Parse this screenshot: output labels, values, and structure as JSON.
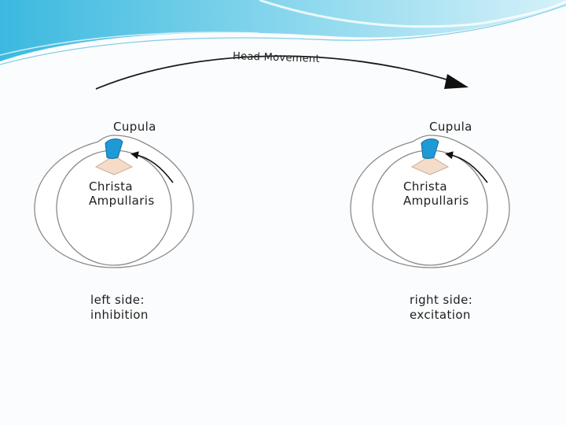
{
  "diagram": {
    "title": "Head Movement",
    "left": {
      "cupula": "Cupula",
      "crista_line1": "Christa",
      "crista_line2": "Ampullaris",
      "caption_line1": "left side:",
      "caption_line2": "inhibition"
    },
    "right": {
      "cupula": "Cupula",
      "crista_line1": "Christa",
      "crista_line2": "Ampullaris",
      "caption_line1": "right side:",
      "caption_line2": "excitation"
    }
  },
  "colors": {
    "cupula": "#1e9ad6",
    "crista": "#f4dcc8",
    "outline": "#8a8a8a",
    "header_wave": "#5cc6e4"
  }
}
